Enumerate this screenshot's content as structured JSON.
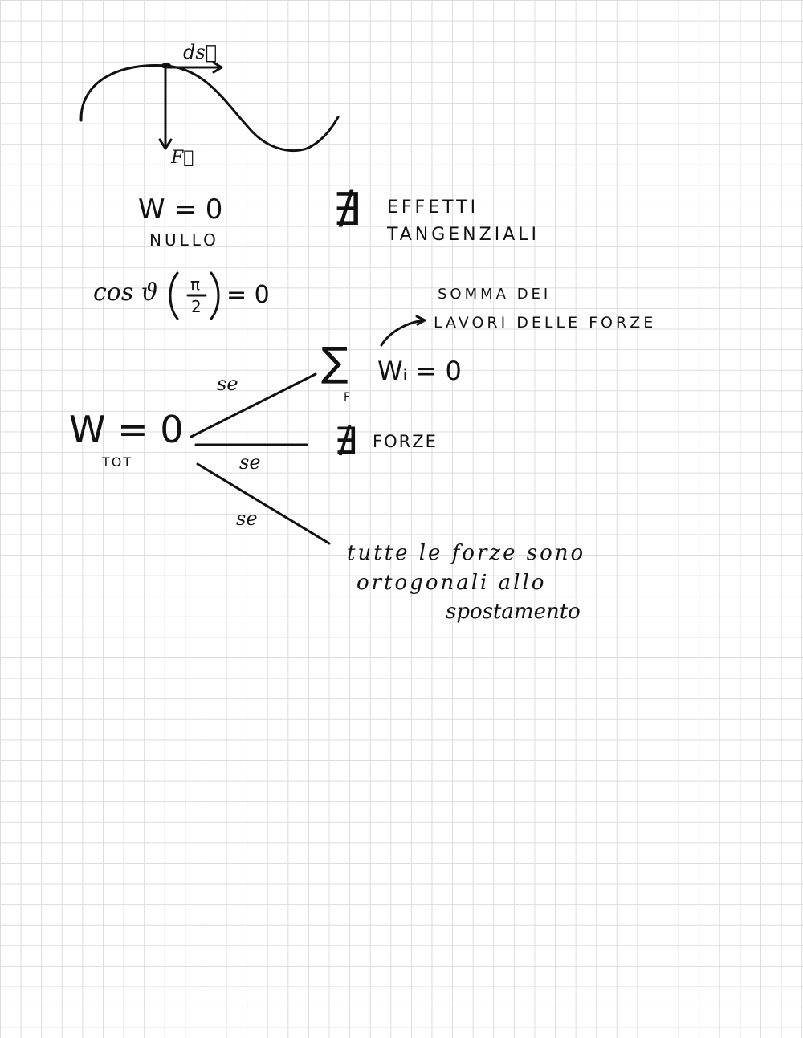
{
  "sketch": {
    "displacement_label": "ds⃗",
    "force_label": "F⃗"
  },
  "work_zero": {
    "equation": "W = 0",
    "word": "NULLO",
    "cos_text": "cos ϑ",
    "cos_numerator": "π",
    "cos_denominator": "2",
    "cos_result": "= 0"
  },
  "no_tangential": {
    "symbol": "∄",
    "line1": "EFFETTI",
    "line2": "TANGENZIALI"
  },
  "sum_note": {
    "line1": "SOMMA DEI",
    "line2": "LAVORI DELLE FORZE"
  },
  "total_work": {
    "main": "W = 0",
    "subscript": "TOT",
    "branch_word": "se"
  },
  "branches": {
    "sum_symbol": "∑",
    "sum_index": "F",
    "sum_body": "Wᵢ = 0",
    "no_forces_symbol": "∄",
    "no_forces_text": "FORZE",
    "orthogonal_line1": "tutte le forze sono",
    "orthogonal_line2": "ortogonali allo",
    "orthogonal_line3": "spostamento"
  }
}
